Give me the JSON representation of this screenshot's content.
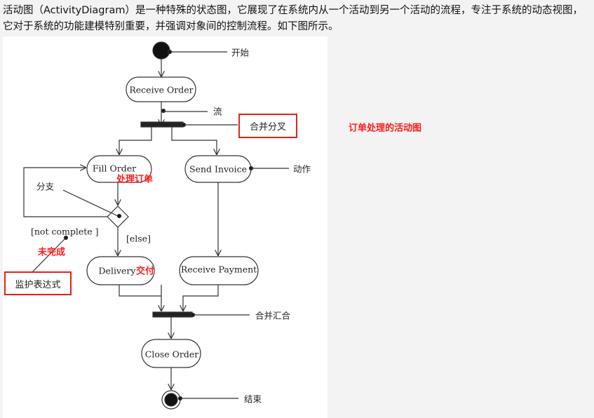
{
  "intro_text": "活动图（ActivityDiagram）是一种特殊的状态图，它展现了在系统内从一个活动到另一个活动的流程，专注于系统的动态视图，它对于系统的功能建模特别重要，并强调对象间的控制流程。如下图所示。",
  "diagram": {
    "nodes": {
      "receive_order": "Receive Order",
      "fill_order": "Fill Order",
      "send_invoice": "Send Invoice",
      "delivery": "Delivery",
      "receive_payment": "Receive Payment",
      "close_order": "Close Order"
    },
    "annotations": {
      "start": "开始",
      "flow": "流",
      "fork": "合并分叉",
      "action": "动作",
      "branch": "分支",
      "not_complete": "[not complete ]",
      "else": "[else]",
      "guard": "监护表达式",
      "join": "合并汇合",
      "end": "结束"
    },
    "red_notes": {
      "title": "订单处理的活动图",
      "process_order": "处理订单",
      "incomplete": "未完成",
      "deliver": "交付"
    }
  },
  "colors": {
    "highlight": "#ff1a1a",
    "line": "#333333",
    "canvas": "#ffffff"
  }
}
